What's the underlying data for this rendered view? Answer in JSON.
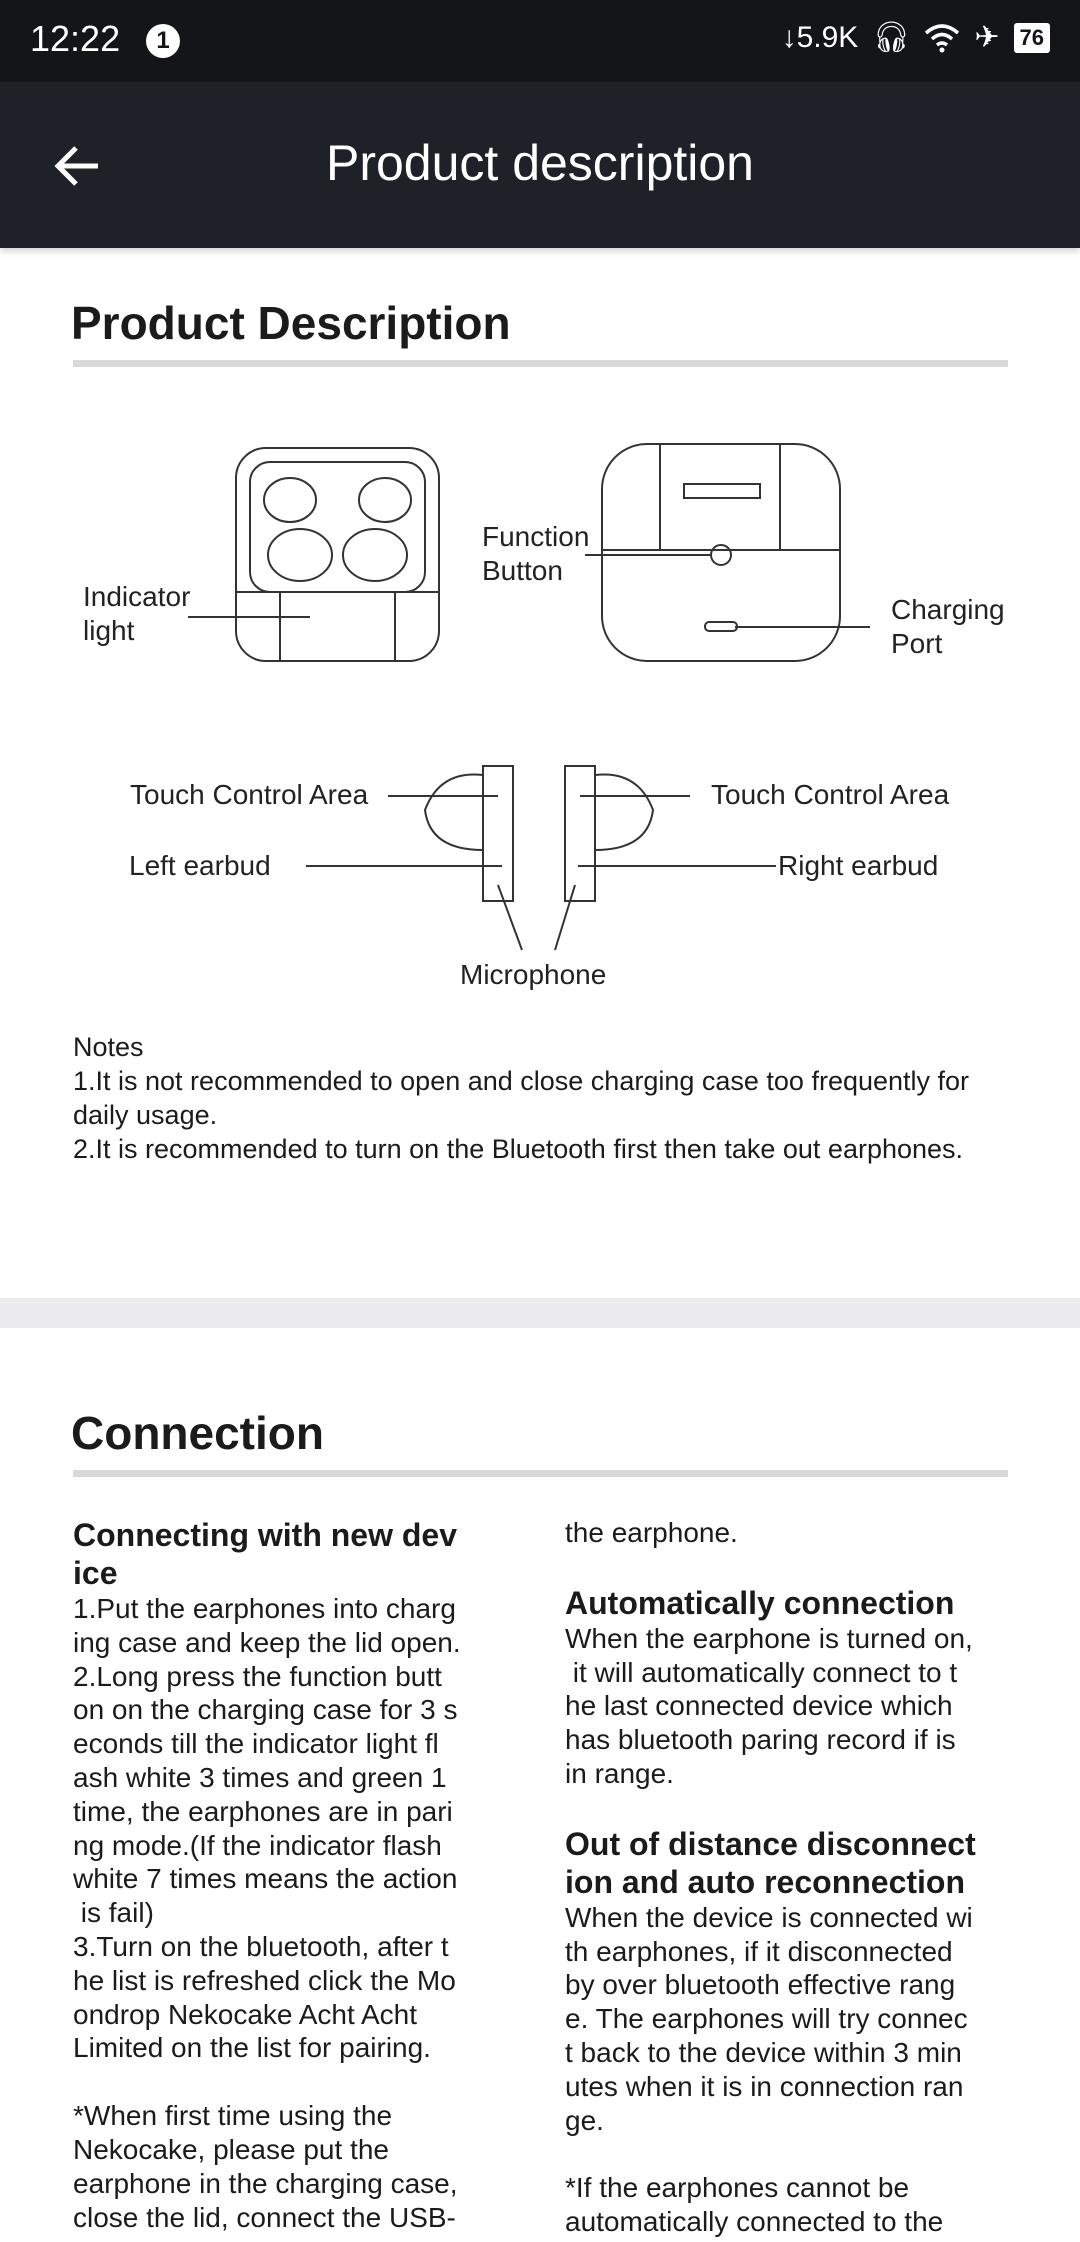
{
  "status": {
    "time": "12:22",
    "notification_count": "1",
    "net_speed": "↓5.9K",
    "battery": "76"
  },
  "appbar": {
    "title": "Product description"
  },
  "product": {
    "heading": "Product Description",
    "labels": {
      "indicator": [
        "Indicator",
        "light"
      ],
      "function": [
        "Function",
        "Button"
      ],
      "charging": [
        "Charging",
        "Port"
      ],
      "touch_left": "Touch Control Area",
      "touch_right": "Touch Control Area",
      "left_earbud": "Left earbud",
      "right_earbud": "Right earbud",
      "microphone": "Microphone"
    },
    "notes": [
      "Notes",
      "1.It is not recommended to open and close charging case too frequently for",
      "daily usage.",
      "2.It is recommended to turn on the Bluetooth first then take out earphones."
    ]
  },
  "connection": {
    "heading": "Connection",
    "left": [
      {
        "t": "hd",
        "s": "Connecting with new dev"
      },
      {
        "t": "hd",
        "s": "ice"
      },
      {
        "t": "p",
        "s": "1.Put the earphones into charg"
      },
      {
        "t": "p",
        "s": "ing case and keep the lid open."
      },
      {
        "t": "p",
        "s": "2.Long press the function butt"
      },
      {
        "t": "p",
        "s": "on on the charging case for 3 s"
      },
      {
        "t": "p",
        "s": "econds till the indicator light fl"
      },
      {
        "t": "p",
        "s": "ash white 3 times and green 1"
      },
      {
        "t": "p",
        "s": "time, the earphones are in pari"
      },
      {
        "t": "p",
        "s": "ng mode.(If the indicator flash"
      },
      {
        "t": "p",
        "s": "white 7 times means the action"
      },
      {
        "t": "p",
        "s": " is fail)"
      },
      {
        "t": "p",
        "s": "3.Turn on the bluetooth, after t"
      },
      {
        "t": "p",
        "s": "he list is refreshed click the Mo"
      },
      {
        "t": "p",
        "s": "ondrop Nekocake Acht Acht"
      },
      {
        "t": "p",
        "s": "Limited on the list for pairing."
      },
      {
        "t": "gap",
        "s": ""
      },
      {
        "t": "p",
        "s": "*When first time using the"
      },
      {
        "t": "p",
        "s": "Nekocake, please put the"
      },
      {
        "t": "p",
        "s": "earphone in the charging case,"
      },
      {
        "t": "p",
        "s": "close the lid, connect the USB-"
      }
    ],
    "right": [
      {
        "t": "p",
        "s": "the earphone."
      },
      {
        "t": "gap",
        "s": ""
      },
      {
        "t": "hd",
        "s": "Automatically connection"
      },
      {
        "t": "p",
        "s": "When the earphone is turned on,"
      },
      {
        "t": "p",
        "s": " it will automatically connect to t"
      },
      {
        "t": "p",
        "s": "he last connected device which"
      },
      {
        "t": "p",
        "s": "has bluetooth paring record if is"
      },
      {
        "t": "p",
        "s": "in range."
      },
      {
        "t": "gap",
        "s": ""
      },
      {
        "t": "hd",
        "s": "Out of distance disconnect"
      },
      {
        "t": "hd",
        "s": "ion and auto reconnection"
      },
      {
        "t": "p",
        "s": "When the device is connected wi"
      },
      {
        "t": "p",
        "s": "th earphones, if it disconnected"
      },
      {
        "t": "p",
        "s": "by over bluetooth effective rang"
      },
      {
        "t": "p",
        "s": "e. The earphones will try connec"
      },
      {
        "t": "p",
        "s": "t back to the device within 3 min"
      },
      {
        "t": "p",
        "s": "utes when it is in connection ran"
      },
      {
        "t": "p",
        "s": "ge."
      },
      {
        "t": "gap",
        "s": ""
      },
      {
        "t": "p",
        "s": "*If the earphones cannot be"
      },
      {
        "t": "p",
        "s": "automatically connected to the"
      }
    ]
  }
}
